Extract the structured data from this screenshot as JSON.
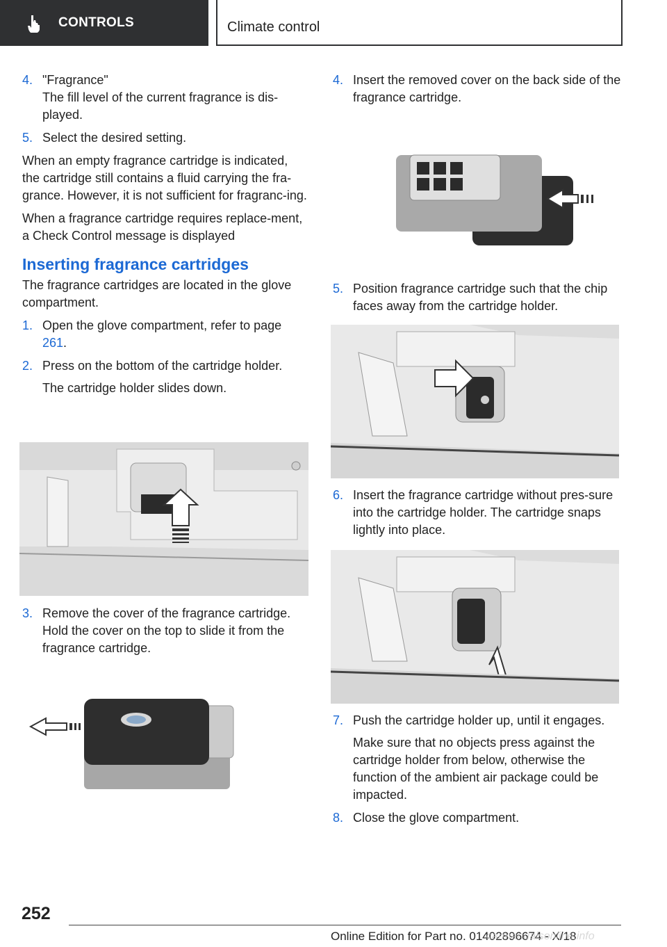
{
  "header": {
    "section_label": "CONTROLS",
    "section_icon": "hand-pointer-icon",
    "chapter_title": "Climate control"
  },
  "left": {
    "step4_num": "4.",
    "step4_title": "\"Fragrance\"",
    "step4_text": "The fill level of the current fragrance is dis-played.",
    "step5_num": "5.",
    "step5_text": "Select the desired setting.",
    "para1": "When an empty fragrance cartridge is indicated, the cartridge still contains a fluid carrying the fra-grance. However, it is not sufficient for fragranc-ing.",
    "para2": "When a fragrance cartridge requires replace-ment, a Check Control message is displayed",
    "heading": "Inserting fragrance cartridges",
    "intro": "The fragrance cartridges are located in the glove compartment.",
    "s1_num": "1.",
    "s1_text": "Open the glove compartment, refer to page",
    "s1_page": "261",
    "s1_end": ".",
    "s2_num": "2.",
    "s2_text": "Press on the bottom of the cartridge holder.",
    "s2_sub": "The cartridge holder slides down.",
    "s3_num": "3.",
    "s3_text": "Remove the cover of the fragrance cartridge. Hold the cover on the top to slide it from the fragrance cartridge."
  },
  "right": {
    "s4_num": "4.",
    "s4_text": "Insert the removed cover on the back side of the fragrance cartridge.",
    "s5_num": "5.",
    "s5_text": "Position fragrance cartridge such that the chip faces away from the cartridge holder.",
    "s6_num": "6.",
    "s6_text": "Insert the fragrance cartridge without pres-sure into the cartridge holder. The cartridge snaps lightly into place.",
    "s7_num": "7.",
    "s7_text": "Push the cartridge holder up, until it engages.",
    "s7_sub": "Make sure that no objects press against the cartridge holder from below, otherwise the function of the ambient air package could be impacted.",
    "s8_num": "8.",
    "s8_text": "Close the glove compartment."
  },
  "footer": {
    "page_number": "252",
    "edition": "Online Edition for Part no. 01402896674 - X/18",
    "watermark": "carmanualsonline.info"
  }
}
